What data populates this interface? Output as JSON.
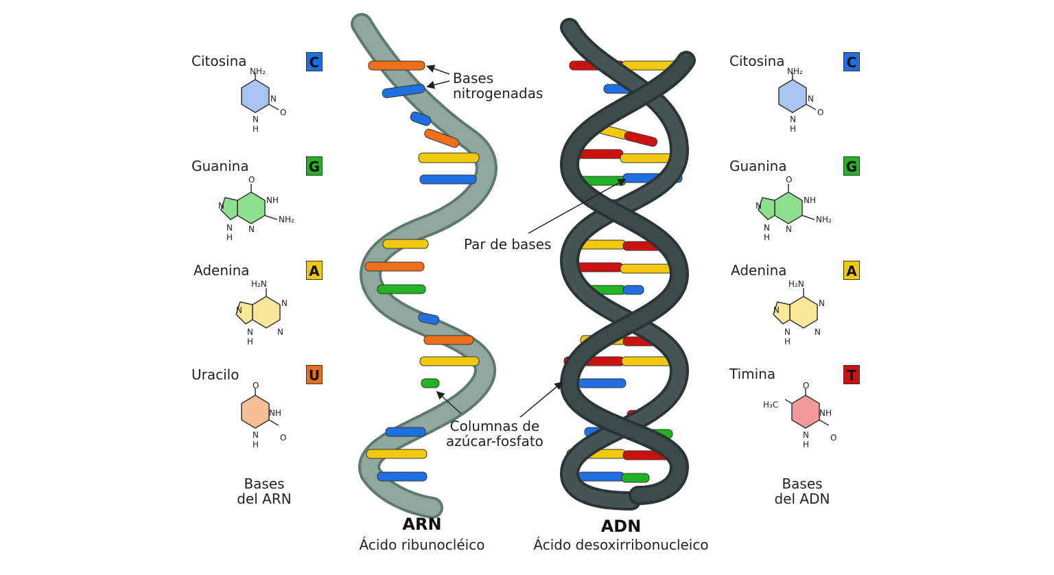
{
  "colors": {
    "citosina": "#1f6fe0",
    "guanina": "#22b322",
    "adenina": "#f2c90f",
    "uracilo": "#ee6f1a",
    "timina": "#cc1111",
    "rna_backbone": "#7f9a8f",
    "dna_backbone": "#3c4747"
  },
  "rna_bases": [
    {
      "name": "Citosina",
      "letter": "C",
      "molecule": "cytosine"
    },
    {
      "name": "Guanina",
      "letter": "G",
      "molecule": "guanine"
    },
    {
      "name": "Adenina",
      "letter": "A",
      "molecule": "adenine"
    },
    {
      "name": "Uracilo",
      "letter": "U",
      "molecule": "uracil"
    }
  ],
  "dna_bases": [
    {
      "name": "Citosina",
      "letter": "C",
      "molecule": "cytosine"
    },
    {
      "name": "Guanina",
      "letter": "G",
      "molecule": "guanine"
    },
    {
      "name": "Adenina",
      "letter": "A",
      "molecule": "adenine"
    },
    {
      "name": "Timina",
      "letter": "T",
      "molecule": "thymine"
    }
  ],
  "captions": {
    "rna_bases_line1": "Bases",
    "rna_bases_line2": "del ARN",
    "dna_bases_line1": "Bases",
    "dna_bases_line2": "del ADN"
  },
  "annotations": {
    "bases_line1": "Bases",
    "bases_line2": "nitrogenadas",
    "pair": "Par de bases",
    "backbone_line1": "Columnas de",
    "backbone_line2": "azúcar-fosfato"
  },
  "titles": {
    "rna": "ARN",
    "rna_sub": "Ácido ribunocléico",
    "dna": "ADN",
    "dna_sub": "Ácido desoxirribonucleico"
  },
  "molecule_labels": {
    "nh2": "NH₂",
    "h2n": "H₂N",
    "nh": "NH",
    "n": "N",
    "h": "H",
    "o": "O",
    "h3c": "H₃C"
  }
}
